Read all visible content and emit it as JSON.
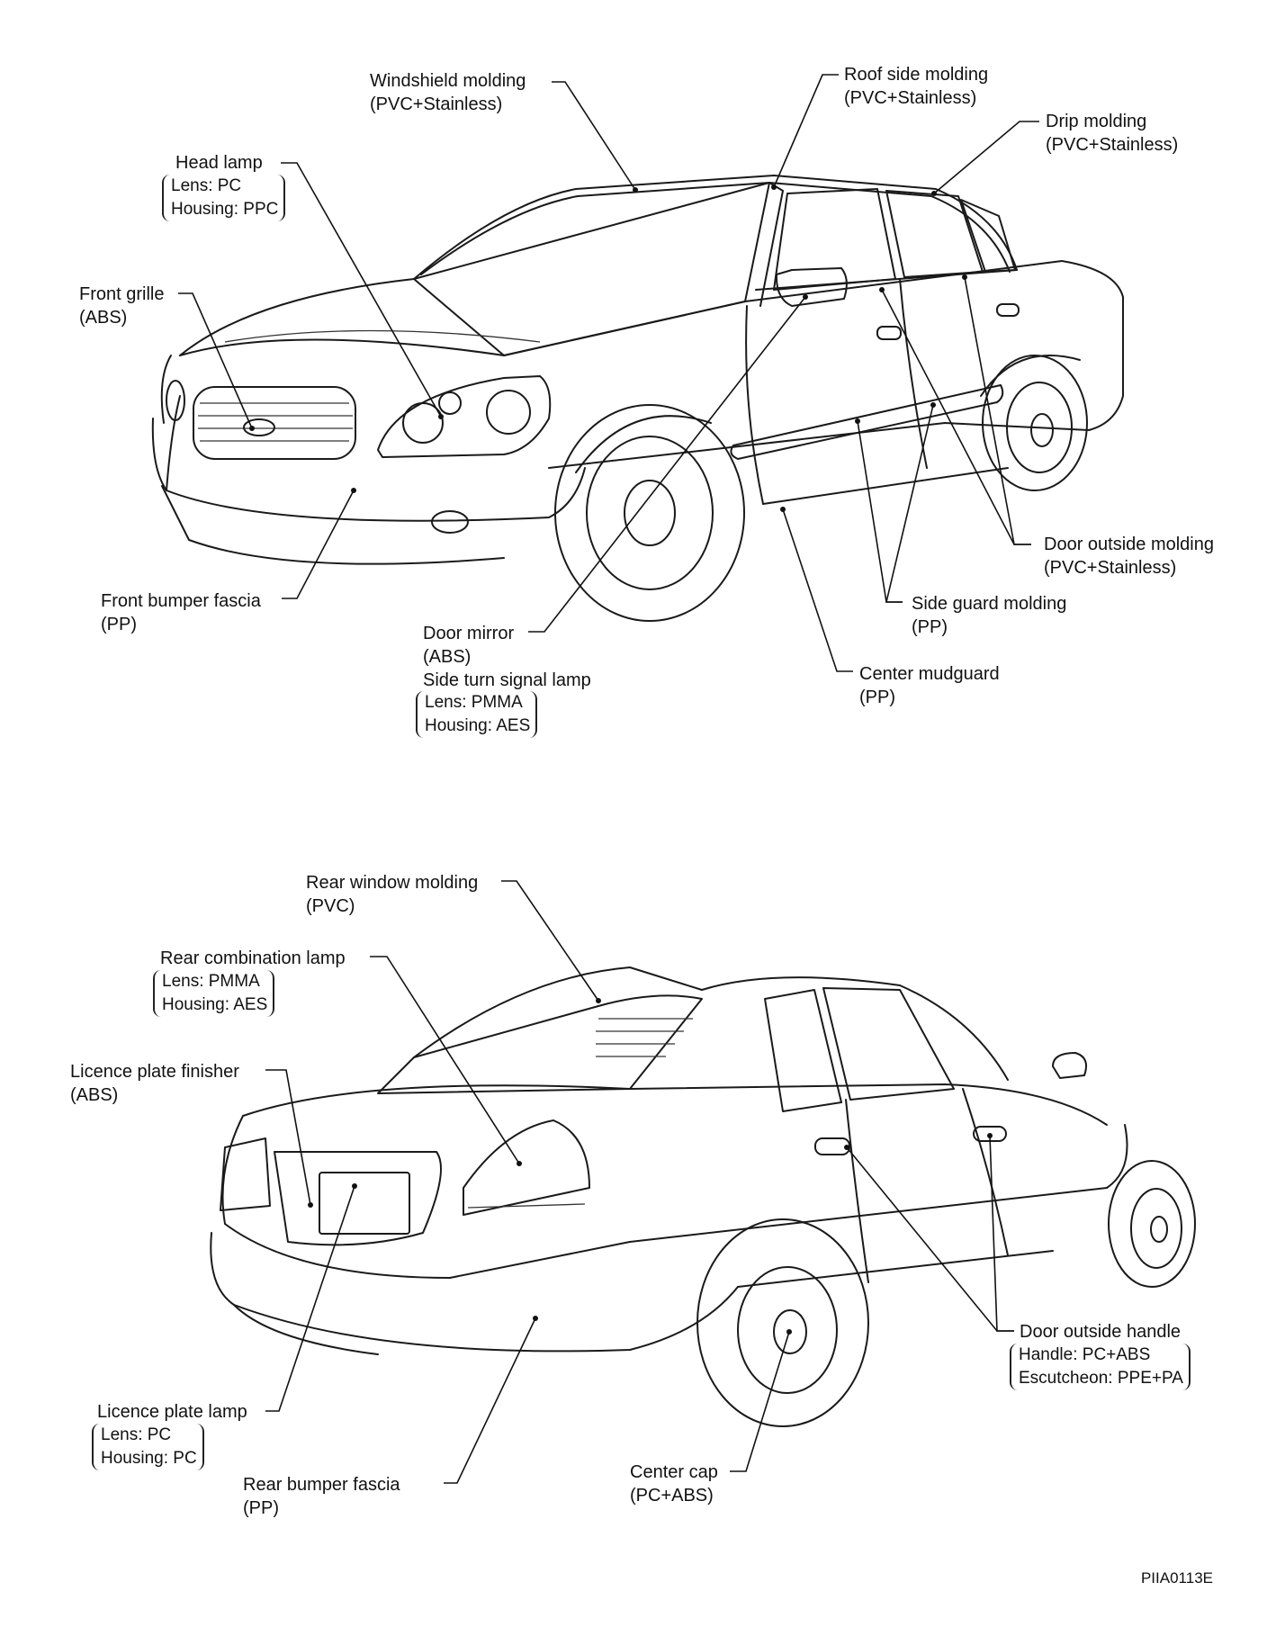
{
  "front_view": {
    "windshield_molding": {
      "name": "Windshield molding",
      "material": "(PVC+Stainless)"
    },
    "roof_side_molding": {
      "name": "Roof side molding",
      "material": "(PVC+Stainless)"
    },
    "drip_molding": {
      "name": "Drip molding",
      "material": "(PVC+Stainless)"
    },
    "head_lamp": {
      "name": "Head lamp",
      "lens": "Lens: PC",
      "housing": "Housing: PPC"
    },
    "front_grille": {
      "name": "Front grille",
      "material": "(ABS)"
    },
    "door_outside_molding": {
      "name": "Door outside molding",
      "material": "(PVC+Stainless)"
    },
    "side_guard_molding": {
      "name": "Side guard molding",
      "material": "(PP)"
    },
    "front_bumper_fascia": {
      "name": "Front bumper fascia",
      "material": "(PP)"
    },
    "door_mirror": {
      "name": "Door mirror",
      "material": "(ABS)",
      "signal_lamp": "Side turn signal lamp",
      "lens": "Lens: PMMA",
      "housing": "Housing: AES"
    },
    "center_mudguard": {
      "name": "Center mudguard",
      "material": "(PP)"
    }
  },
  "rear_view": {
    "rear_window_molding": {
      "name": "Rear window molding",
      "material": "(PVC)"
    },
    "rear_combination_lamp": {
      "name": "Rear combination lamp",
      "lens": "Lens: PMMA",
      "housing": "Housing: AES"
    },
    "licence_plate_finisher": {
      "name": "Licence plate finisher",
      "material": "(ABS)"
    },
    "door_outside_handle": {
      "name": "Door outside handle",
      "handle": "Handle: PC+ABS",
      "escutcheon": "Escutcheon: PPE+PA"
    },
    "licence_plate_lamp": {
      "name": "Licence plate lamp",
      "lens": "Lens: PC",
      "housing": "Housing: PC"
    },
    "rear_bumper_fascia": {
      "name": "Rear bumper fascia",
      "material": "(PP)"
    },
    "center_cap": {
      "name": "Center cap",
      "material": "(PC+ABS)"
    }
  },
  "figure_code": "PIIA0113E"
}
